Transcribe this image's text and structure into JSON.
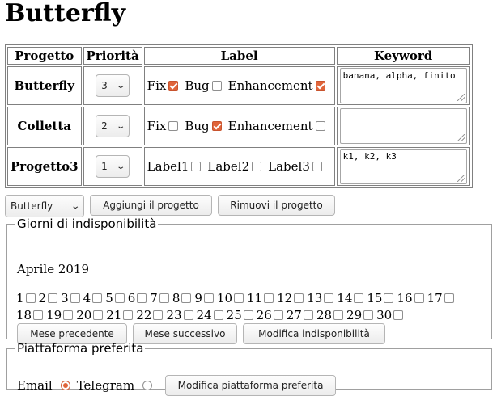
{
  "title": "Butterfly",
  "table": {
    "headers": [
      "Progetto",
      "Priorità",
      "Label",
      "Keyword"
    ],
    "rows": [
      {
        "name": "Butterfly",
        "priority": "3",
        "labels": [
          {
            "text": "Fix",
            "checked": true
          },
          {
            "text": "Bug",
            "checked": false
          },
          {
            "text": "Enhancement",
            "checked": true
          }
        ],
        "keywords": "banana, alpha, finito"
      },
      {
        "name": "Colletta",
        "priority": "2",
        "labels": [
          {
            "text": "Fix",
            "checked": false
          },
          {
            "text": "Bug",
            "checked": true
          },
          {
            "text": "Enhancement",
            "checked": false
          }
        ],
        "keywords": ""
      },
      {
        "name": "Progetto3",
        "priority": "1",
        "labels": [
          {
            "text": "Label1",
            "checked": false
          },
          {
            "text": "Label2",
            "checked": false
          },
          {
            "text": "Label3",
            "checked": false
          }
        ],
        "keywords": "k1, k2, k3"
      }
    ]
  },
  "project_actions": {
    "select_value": "Butterfly",
    "add_label": "Aggiungi il progetto",
    "remove_label": "Rimuovi il progetto"
  },
  "unavailability": {
    "legend": "Giorni di indisponibilità",
    "month": "Aprile 2019",
    "days": [
      "1",
      "2",
      "3",
      "4",
      "5",
      "6",
      "7",
      "8",
      "9",
      "10",
      "11",
      "12",
      "13",
      "14",
      "15",
      "16",
      "17",
      "18",
      "19",
      "20",
      "21",
      "22",
      "23",
      "24",
      "25",
      "26",
      "27",
      "28",
      "29",
      "30"
    ],
    "prev_label": "Mese precedente",
    "next_label": "Mese successivo",
    "edit_label": "Modifica indisponibilità"
  },
  "platform": {
    "legend": "Piattaforma preferita",
    "options": [
      {
        "text": "Email",
        "selected": true
      },
      {
        "text": "Telegram",
        "selected": false
      }
    ],
    "edit_label": "Modifica piattaforma preferita"
  },
  "colors": {
    "accent": "#e0643a"
  }
}
